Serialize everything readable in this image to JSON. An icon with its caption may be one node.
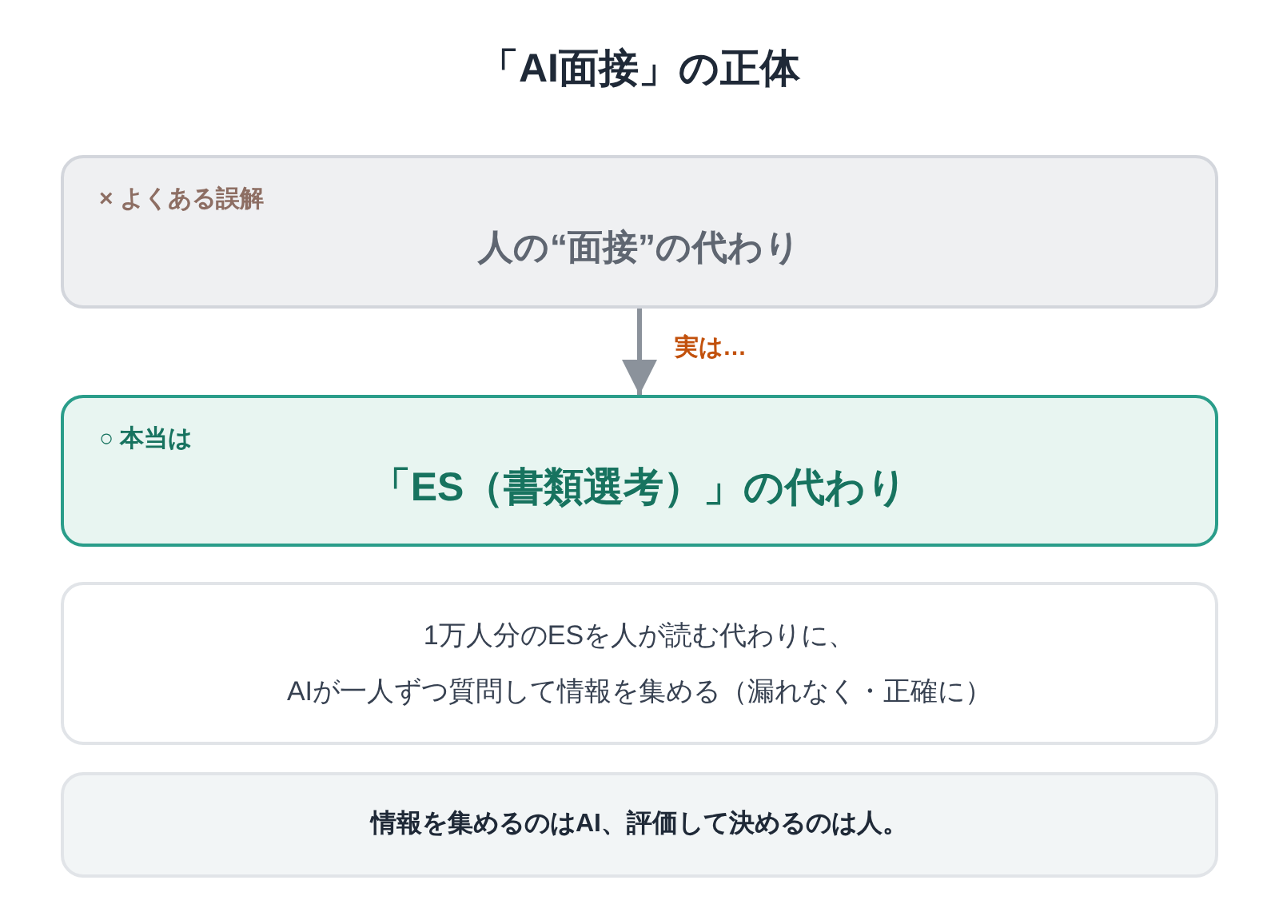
{
  "diagram": {
    "title": "「AI面接」の正体",
    "nodes": [
      {
        "text": [
          "× よくある誤解",
          "人の“面接”の代わり"
        ]
      },
      {
        "text": [
          "○ 本当は",
          "「ES（書類選考）」の代わり"
        ]
      },
      {
        "text": [
          "1万人分のESを人が読む代わりに、AIが一人ずつ質問して情報を集める（漏れなく・正確に）"
        ]
      },
      {
        "text": [
          "情報を集めるのはAI、評価して決めるのは人。"
        ]
      }
    ],
    "edges": [
      {
        "from": 0,
        "to": 1,
        "arrow": "to",
        "label": "実は…"
      }
    ]
  }
}
